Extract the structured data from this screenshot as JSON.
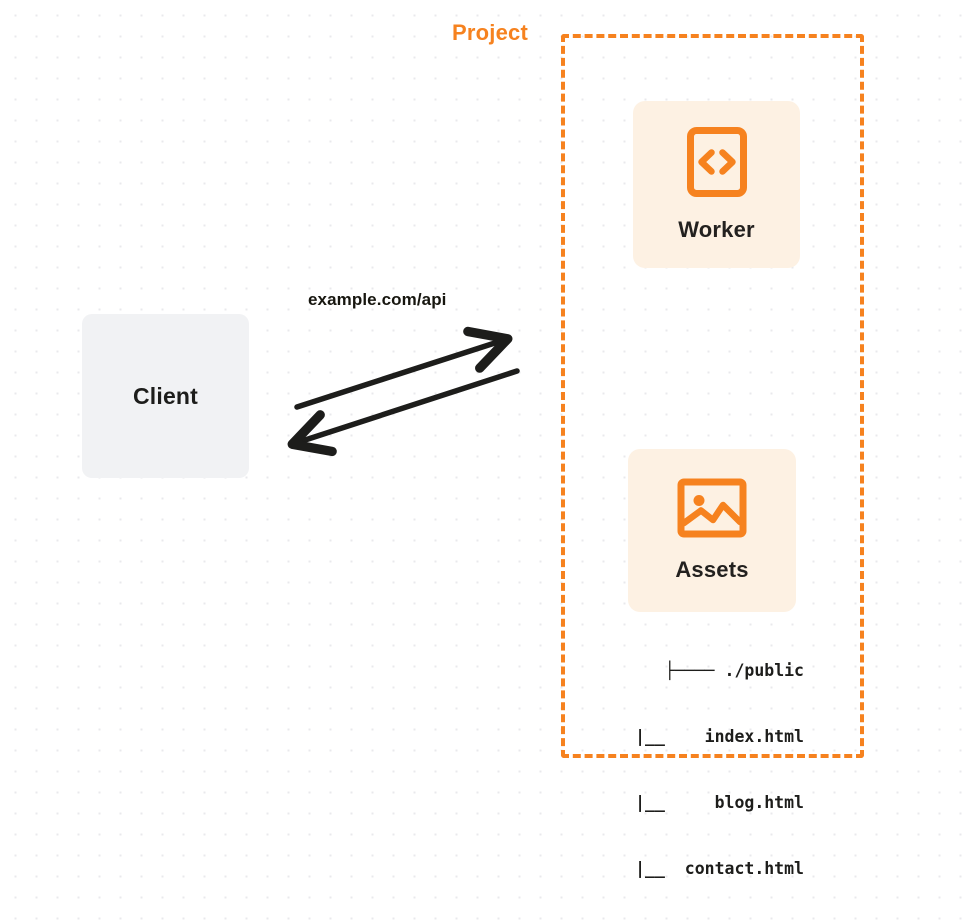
{
  "diagram": {
    "title": "Project",
    "background": {
      "dot_grid_color": "#e9e9ec",
      "page_color": "#ffffff"
    },
    "accent_color": "#f6821f",
    "card_fill": "#fdf1e3",
    "client_fill": "#f1f2f4"
  },
  "client": {
    "label": "Client",
    "icon": "none"
  },
  "project": {
    "label": "Project",
    "border_color": "#f6821f",
    "cards": [
      {
        "label": "Worker",
        "icon": "code-brackets-icon"
      },
      {
        "label": "Assets",
        "icon": "image-picture-icon"
      }
    ]
  },
  "file_tree": {
    "lines": [
      "├──── ./public",
      "|__    index.html",
      "|__     blog.html",
      "|__  contact.html"
    ],
    "root": "./public",
    "files": [
      "index.html",
      "blog.html",
      "contact.html"
    ]
  },
  "connection": {
    "label": "example.com/api",
    "request_direction": "client-to-project",
    "response_direction": "project-to-client",
    "line_color": "#1d1d1b"
  }
}
